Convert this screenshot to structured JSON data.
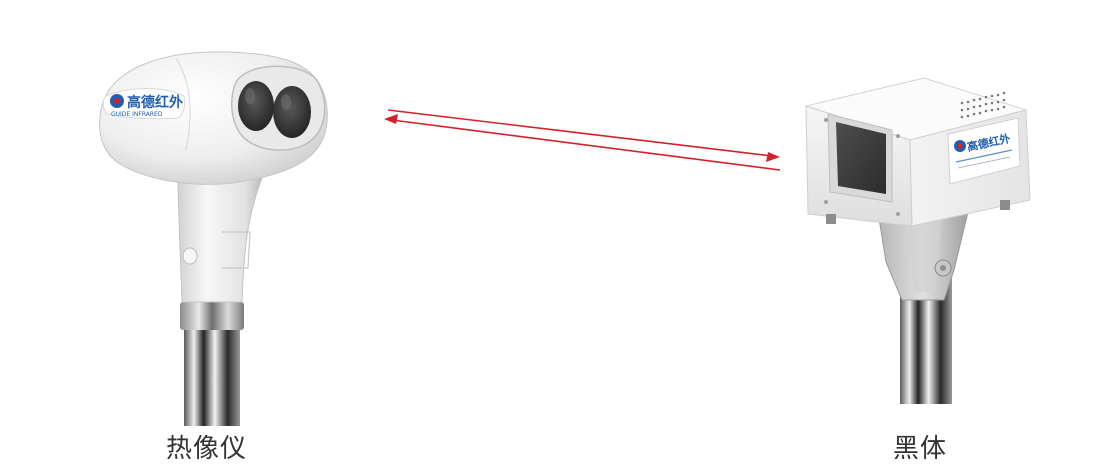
{
  "labels": {
    "camera": "热像仪",
    "blackbody": "黑体"
  },
  "devices": {
    "camera_brand": "高德红外",
    "camera_brand_en": "GUIDE INFRARED",
    "blackbody_brand": "高德红外"
  },
  "colors": {
    "arrow": "#d6202a",
    "logo_blue": "#1f5fb0",
    "logo_red": "#d6202a",
    "body_white": "#f2f2f2",
    "lens_dark": "#333333"
  }
}
